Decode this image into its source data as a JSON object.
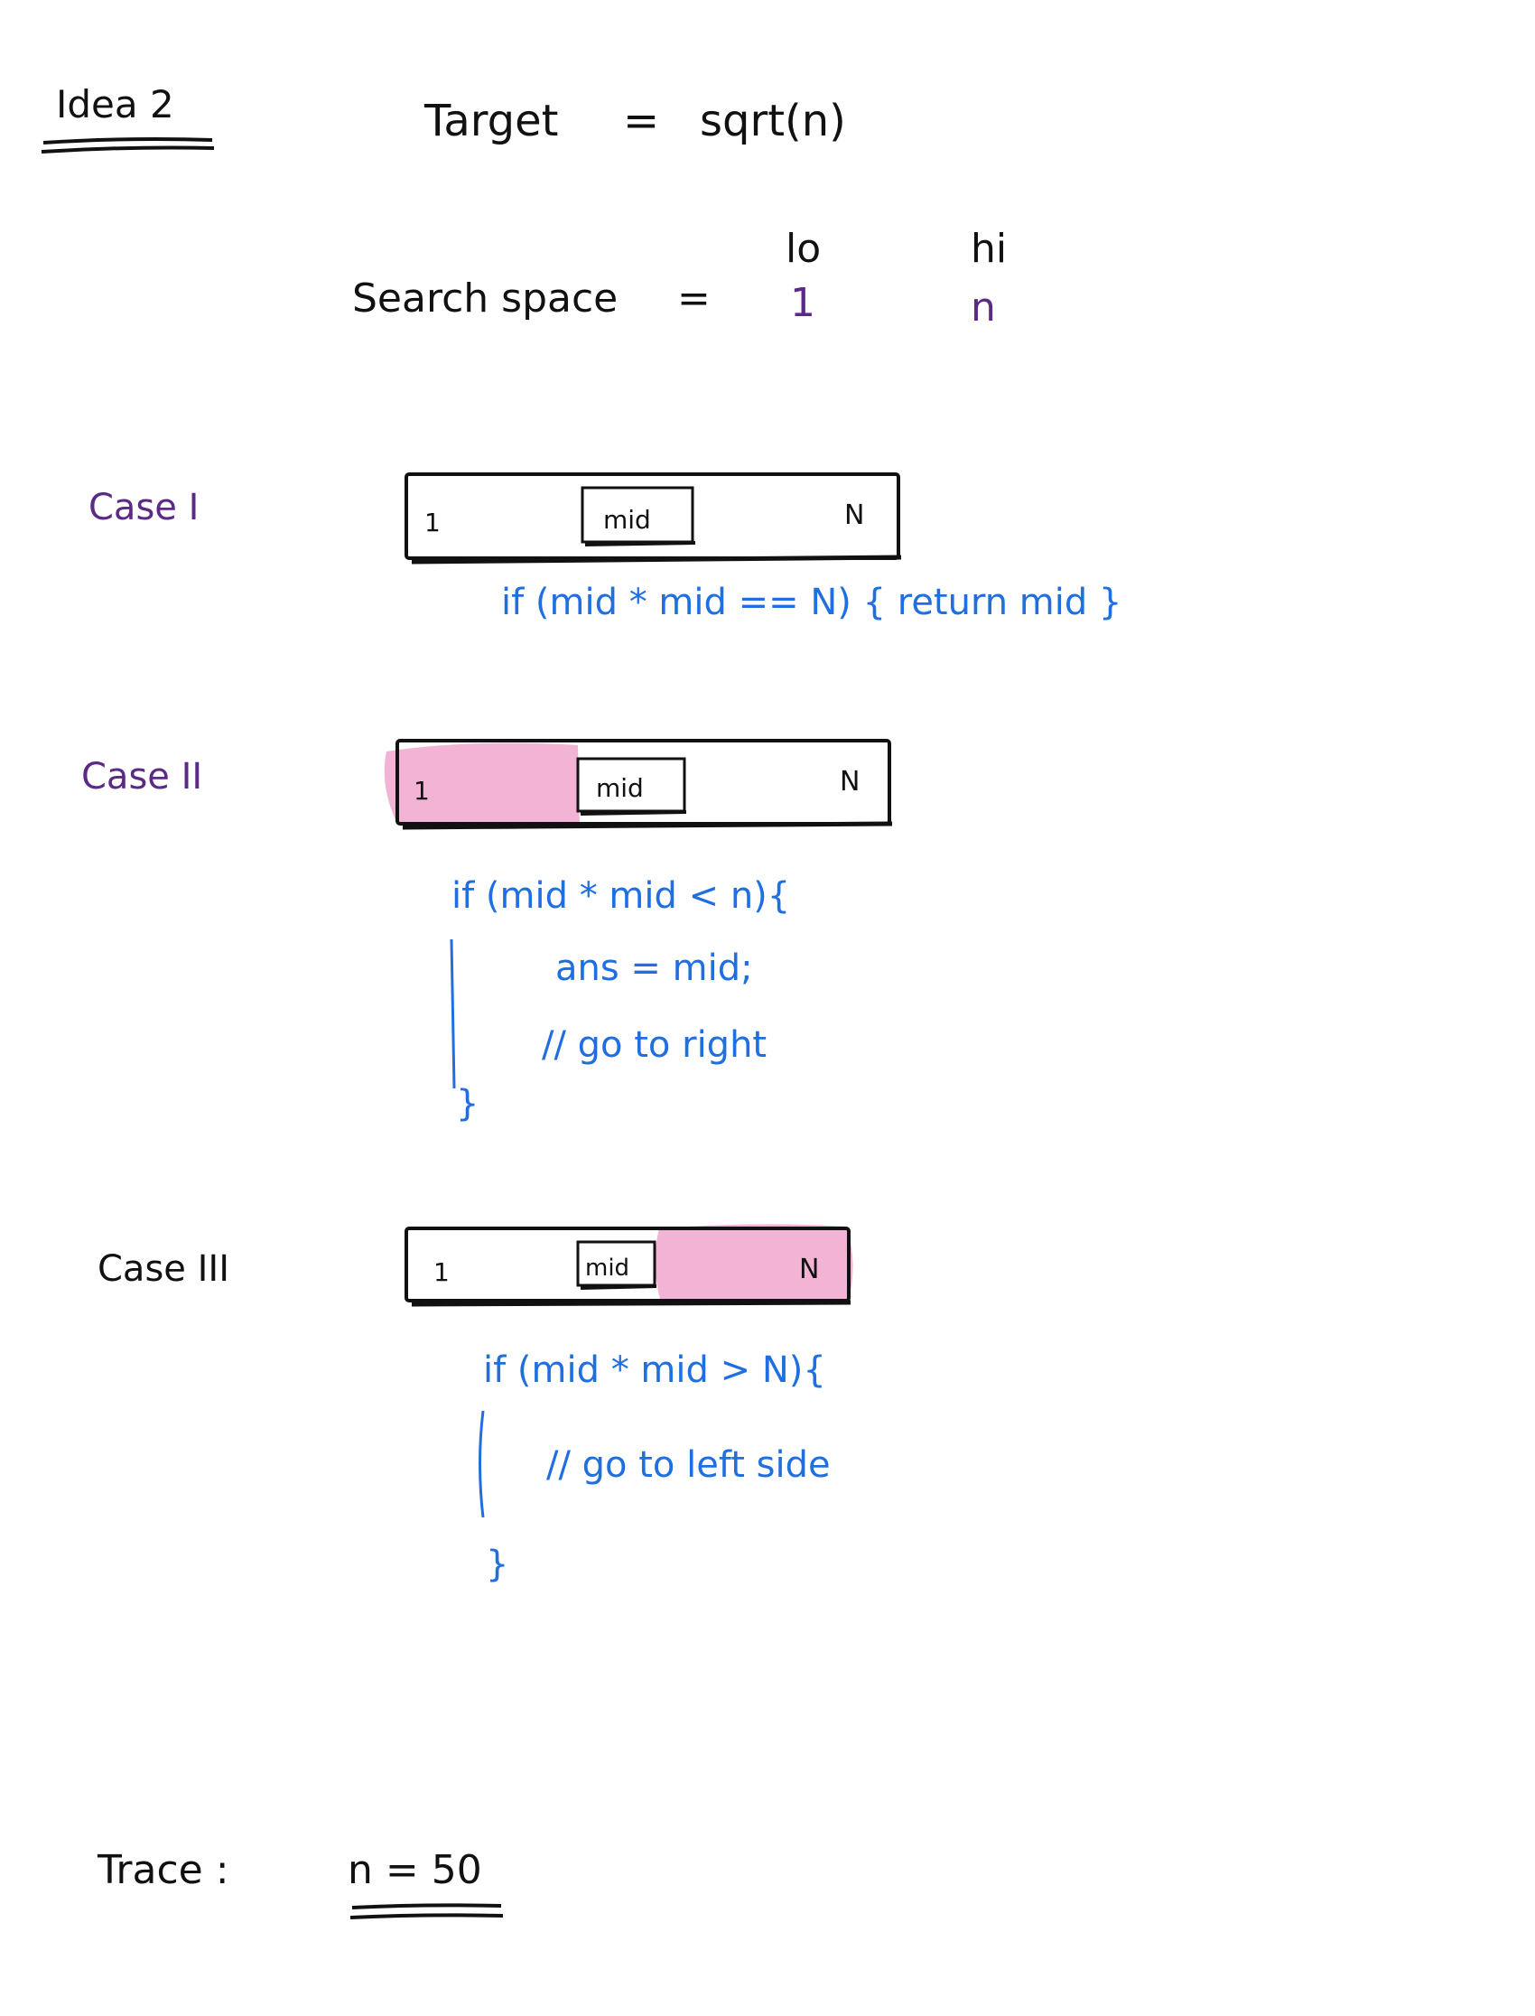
{
  "colors": {
    "ink": "#111111",
    "purple": "#5b2a86",
    "blue": "#1f6fe0",
    "highlight": "#f2b3d4"
  },
  "header": {
    "idea": "Idea 2",
    "target_label": "Target",
    "equals": "=",
    "target_value": "sqrt(n)"
  },
  "search_space": {
    "label": "Search space",
    "equals": "=",
    "lo_label": "lo",
    "hi_label": "hi",
    "lo_value": "1",
    "hi_value": "n"
  },
  "cases": [
    {
      "label": "Case I",
      "bar": {
        "left": "1",
        "mid": "mid",
        "right": "N"
      },
      "code": [
        "if (mid * mid == N) { return mid }"
      ]
    },
    {
      "label": "Case II",
      "bar": {
        "left": "1",
        "mid": "mid",
        "right": "N"
      },
      "code": [
        "if (mid * mid < n){",
        "ans = mid;",
        "// go to right",
        "}"
      ]
    },
    {
      "label": "Case III",
      "bar": {
        "left": "1",
        "mid": "mid",
        "right": "N"
      },
      "code": [
        "if (mid * mid > N){",
        "// go to left side",
        "}"
      ]
    }
  ],
  "trace": {
    "label": "Trace :",
    "value": "n = 50"
  }
}
